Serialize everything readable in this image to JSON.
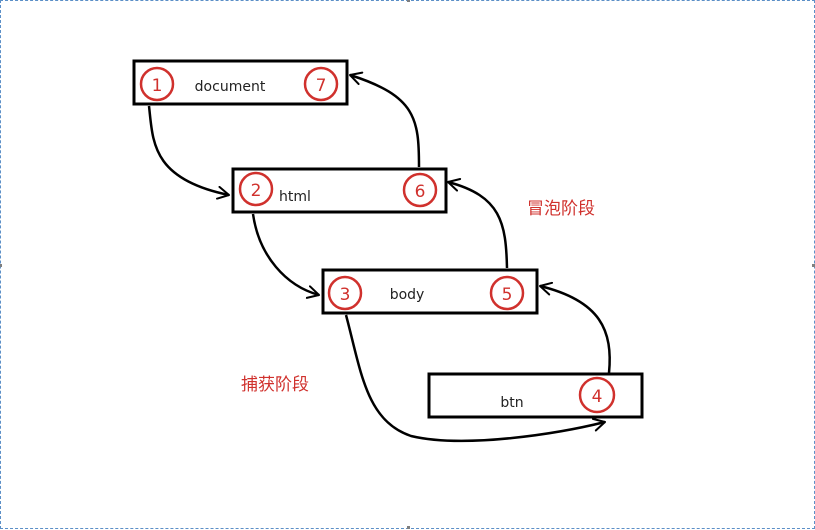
{
  "diagram": {
    "nodes": [
      {
        "id": "document",
        "label": "document",
        "steps": [
          "1",
          "7"
        ]
      },
      {
        "id": "html",
        "label": "html",
        "steps": [
          "2",
          "6"
        ]
      },
      {
        "id": "body",
        "label": "body",
        "steps": [
          "3",
          "5"
        ]
      },
      {
        "id": "btn",
        "label": "btn",
        "steps": [
          "4"
        ]
      }
    ],
    "phases": {
      "capture": "捕获阶段",
      "bubble": "冒泡阶段"
    },
    "colors": {
      "accent": "#d0312d",
      "stroke": "#000000",
      "frame": "#5b8fc7"
    }
  }
}
